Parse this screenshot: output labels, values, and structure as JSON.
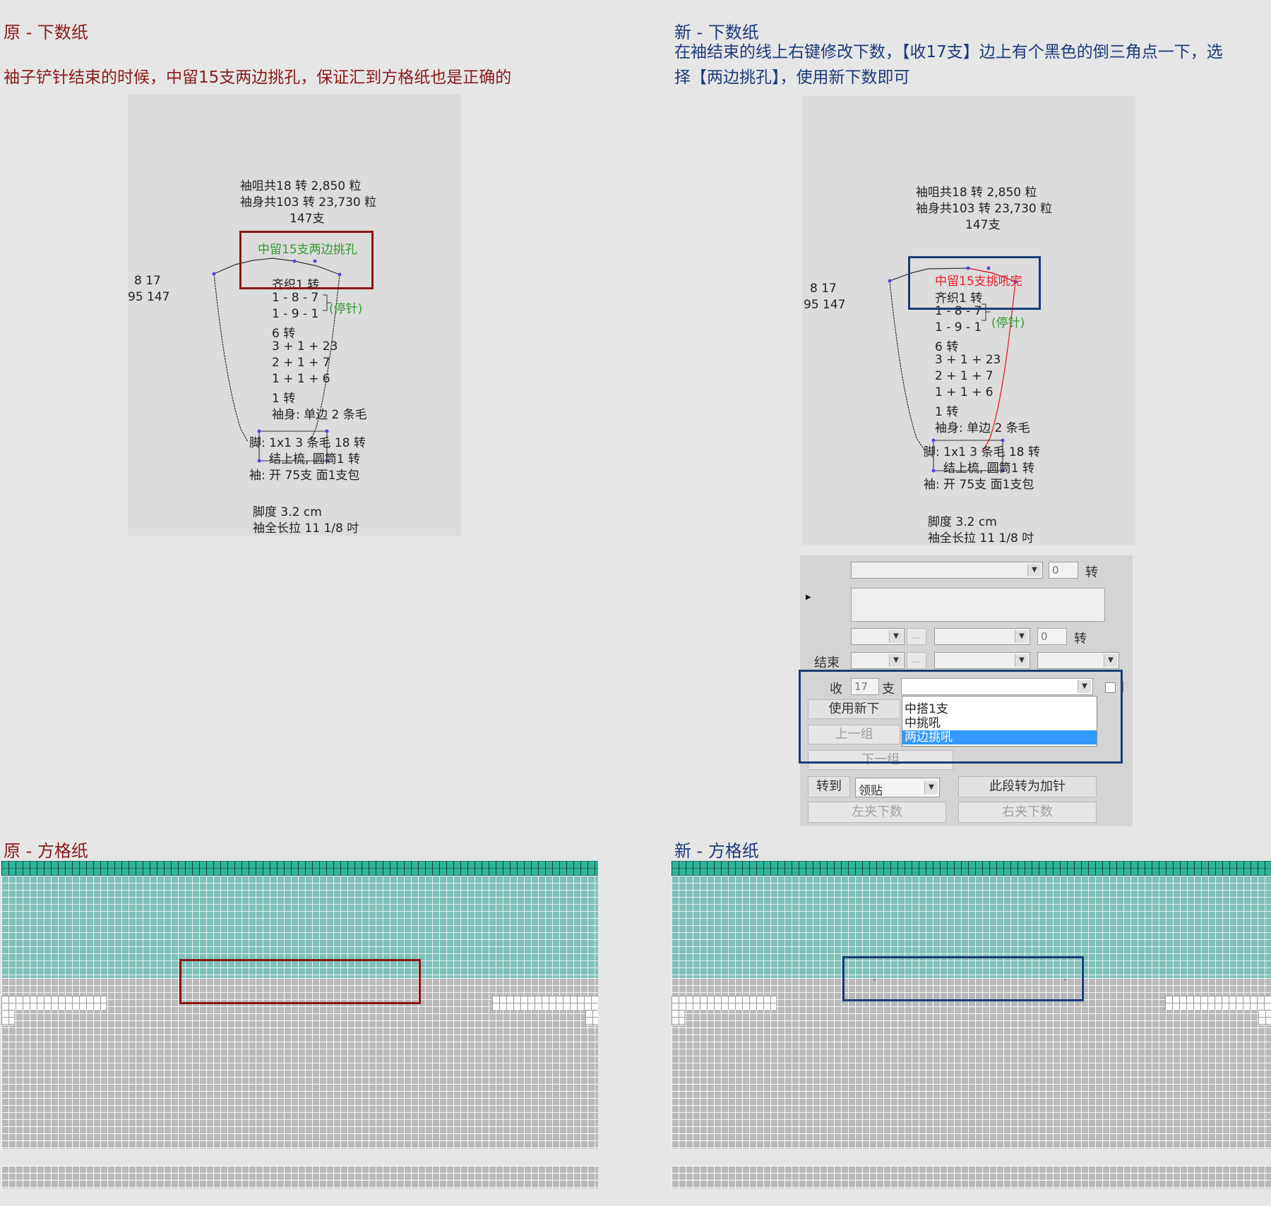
{
  "left": {
    "header": "原 - 下数纸",
    "note": "袖子铲针结束的时候，中留15支两边挑孔，保证汇到方格纸也是正确的",
    "diagram": {
      "line1": "袖咀共18 转 2,850 粒",
      "line2": "袖身共103 转 23,730 粒",
      "line3": "147支",
      "highlight_label": "中留15支两边挑孔",
      "side_top": "8   17",
      "side_bottom": "95   147",
      "row_qizhi": "齐织1 转",
      "row_187": "1 - 8 - 7",
      "row_191": "1 - 9 - 1",
      "tingzhen": "(停针)",
      "row_6zhuan": "6 转",
      "row_3123": "3 + 1 + 23",
      "row_217": "2 + 1 + 7",
      "row_116": "1 + 1 + 6",
      "row_1zhuan": "1 转",
      "row_xiushen": "袖身: 单边 2 条毛",
      "jiao": "脚: 1x1     3 条毛 18 转",
      "jieshang": "结上梳, 圆筒1 转",
      "xiu": "袖: 开 75支  面1支包",
      "jiaodu": "脚度 3.2 cm",
      "quanchang": "袖全长拉 11 1/8 吋"
    },
    "grid_header": "原 - 方格纸"
  },
  "right": {
    "header": "新 - 下数纸",
    "note_line1": "在袖结束的线上右键修改下数，【收17支】边上有个黑色的倒三角点一下，选",
    "note_line2": "择【两边挑孔】，使用新下数即可",
    "diagram": {
      "line1": "袖咀共18 转 2,850 粒",
      "line2": "袖身共103 转 23,730 粒",
      "line3": "147支",
      "highlight_label": "中留15支挑吼完",
      "side_top": "8   17",
      "side_bottom": "95   147",
      "row_qizhi": "齐织1 转",
      "row_187": "1 - 8 - 7",
      "row_191": "1 - 9 - 1",
      "tingzhen": "(停针)",
      "row_6zhuan": "6 转",
      "row_3123": "3 + 1 + 23",
      "row_217": "2 + 1 + 7",
      "row_116": "1 + 1 + 6",
      "row_1zhuan": "1 转",
      "row_xiushen": "袖身: 单边 2 条毛",
      "jiao": "脚: 1x1     3 条毛 18 转",
      "jieshang": "结上梳, 圆筒1 转",
      "xiu": "袖: 开 75支  面1支包",
      "jiaodu": "脚度 3.2 cm",
      "quanchang": "袖全长拉 11 1/8 吋"
    },
    "form": {
      "zhuan_value_1": "0",
      "zhuan_unit_1": "转",
      "zhuan_value_2": "0",
      "zhuan_unit_2": "转",
      "jieshu_label": "结束",
      "shou_label": "收",
      "shou_value": "17",
      "zhi_unit": "支",
      "dropdown_options": [
        "中搭1支",
        "中挑吼",
        "两边挑吼"
      ],
      "dropdown_selected": "两边挑吼",
      "use_new_button": "使用新下",
      "prev_group_button": "上一组",
      "next_group_button": "下一组",
      "goto_label": "转到",
      "goto_value": "领贴",
      "convert_button": "此段转为加针",
      "left_clip_button": "左夹下数",
      "right_clip_button": "右夹下数"
    },
    "grid_header": "新 - 方格纸"
  },
  "colors": {
    "red_accent": "#8b1515",
    "blue_accent": "#1c3a7a",
    "highlight_green": "#2f9a2f",
    "highlight_red": "#e8202a",
    "selection_blue": "#3399ff"
  }
}
